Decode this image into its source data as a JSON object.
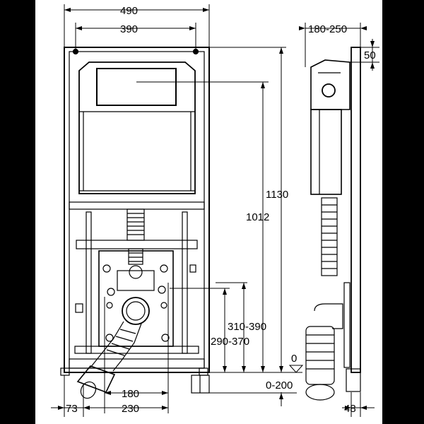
{
  "dimensions": {
    "overall_width": "490",
    "bracket_spacing": "390",
    "side_depth": "180-250",
    "side_top_offset": "50",
    "total_height": "1130",
    "cistern_height": "1012",
    "outlet_height_range_a": "310-390",
    "outlet_height_range_b": "290-370",
    "floor_zero": "0",
    "floor_adjust": "0-200",
    "outlet_spacing": "180",
    "frame_offset": "73",
    "drain_offset": "230",
    "back_depth": "48"
  }
}
